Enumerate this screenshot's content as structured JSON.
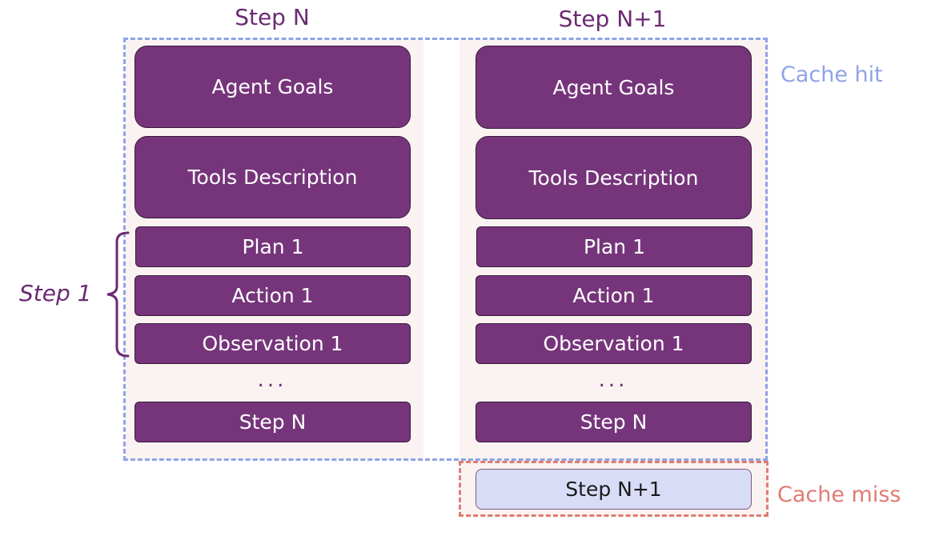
{
  "columns": [
    {
      "title": "Step N",
      "blocks": {
        "agent_goals": "Agent Goals",
        "tools_description": "Tools Description",
        "plan": "Plan 1",
        "action": "Action 1",
        "observation": "Observation 1",
        "dots": "...",
        "step_n": "Step N"
      }
    },
    {
      "title": "Step N+1",
      "blocks": {
        "agent_goals": "Agent Goals",
        "tools_description": "Tools Description",
        "plan": "Plan 1",
        "action": "Action 1",
        "observation": "Observation 1",
        "dots": "...",
        "step_n": "Step N",
        "step_n1": "Step N+1"
      }
    }
  ],
  "regions": {
    "cache_hit": {
      "label": "Cache hit",
      "color": "#8fa3e6"
    },
    "cache_miss": {
      "label": "Cache miss",
      "color": "#e07c72"
    }
  },
  "step_group": {
    "label": "Step 1"
  },
  "colors": {
    "block_fill": "#76357b",
    "new_block_fill": "#d9dcf7",
    "title_text": "#6b2a73",
    "column_background": "#fbf3f2"
  }
}
